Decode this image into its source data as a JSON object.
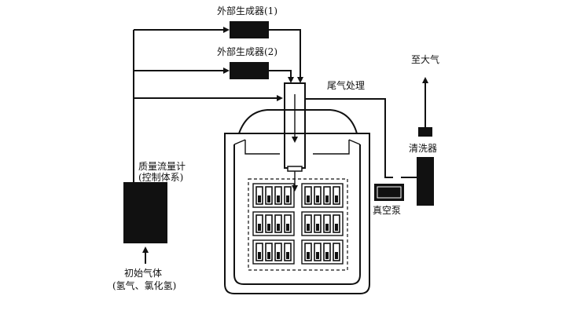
{
  "labels": {
    "gen1": "外部生成器(1)",
    "gen2": "外部生成器(2)",
    "atmosphere": "至大气",
    "exhaust": "尾气处理",
    "scrubber": "清洗器",
    "vacuum_pump": "真空泵",
    "mfc_line1": "质量流量计",
    "mfc_line2": "(控制体系)",
    "gas_line1": "初始气体",
    "gas_line2": "(氢气、氯化氢)"
  },
  "colors": {
    "ink": "#111111",
    "paper": "#ffffff"
  },
  "icons": {
    "gas_inlet": "arrow-up-icon",
    "vent": "arrow-up-icon",
    "injection": "arrow-down-icon",
    "flow": "arrow-right-icon"
  }
}
